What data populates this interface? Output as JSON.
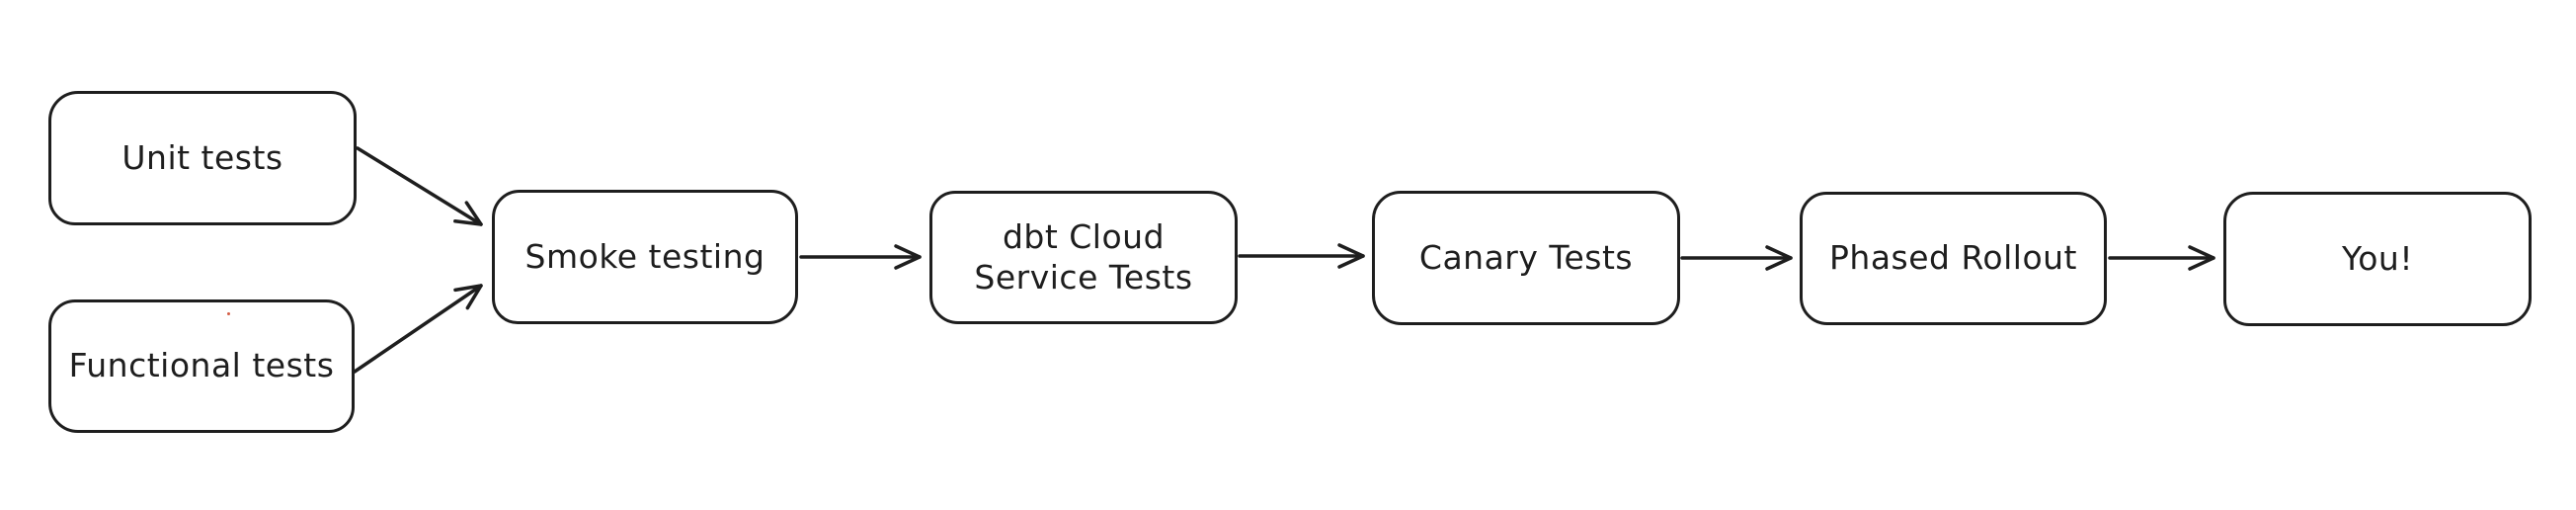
{
  "diagram": {
    "type": "flowchart",
    "style": "hand-drawn",
    "colors": {
      "stroke": "#1e1e1e",
      "node_fill": "#ffffff",
      "background": "#ffffff"
    },
    "nodes": [
      {
        "id": "unit-tests",
        "label": "Unit tests"
      },
      {
        "id": "functional-tests",
        "label": "Functional tests"
      },
      {
        "id": "smoke-testing",
        "label": "Smoke testing"
      },
      {
        "id": "dbt-cloud-service-tests",
        "label": "dbt Cloud\nService Tests"
      },
      {
        "id": "canary-tests",
        "label": "Canary Tests"
      },
      {
        "id": "phased-rollout",
        "label": "Phased Rollout"
      },
      {
        "id": "you",
        "label": "You!"
      }
    ],
    "edges": [
      {
        "from": "unit-tests",
        "to": "smoke-testing"
      },
      {
        "from": "functional-tests",
        "to": "smoke-testing"
      },
      {
        "from": "smoke-testing",
        "to": "dbt-cloud-service-tests"
      },
      {
        "from": "dbt-cloud-service-tests",
        "to": "canary-tests"
      },
      {
        "from": "canary-tests",
        "to": "phased-rollout"
      },
      {
        "from": "phased-rollout",
        "to": "you"
      }
    ]
  }
}
